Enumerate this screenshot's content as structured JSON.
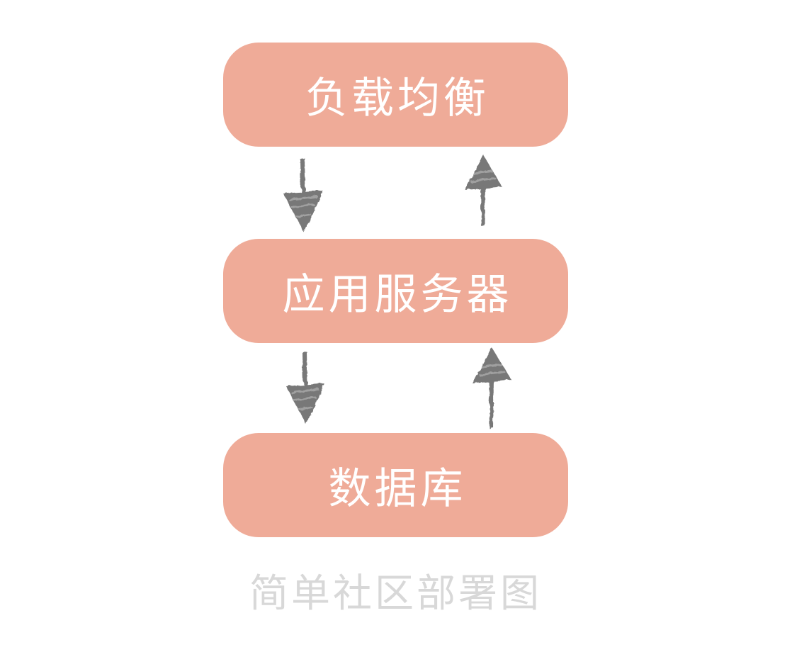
{
  "diagram": {
    "caption": "简单社区部署图",
    "nodes": [
      {
        "id": "load-balancer",
        "label": "负载均衡"
      },
      {
        "id": "app-server",
        "label": "应用服务器"
      },
      {
        "id": "database",
        "label": "数据库"
      }
    ],
    "edges": [
      {
        "from": "负载均衡",
        "to": "应用服务器",
        "icon": "down-arrow-icon"
      },
      {
        "from": "应用服务器",
        "to": "负载均衡",
        "icon": "up-arrow-icon"
      },
      {
        "from": "应用服务器",
        "to": "数据库",
        "icon": "down-arrow-icon"
      },
      {
        "from": "数据库",
        "to": "应用服务器",
        "icon": "up-arrow-icon"
      }
    ],
    "colors": {
      "background": "#ffffff",
      "node_fill": "#efab98",
      "node_text": "#ffffff",
      "arrow": "#787878",
      "caption": "#d8d8d8"
    }
  }
}
